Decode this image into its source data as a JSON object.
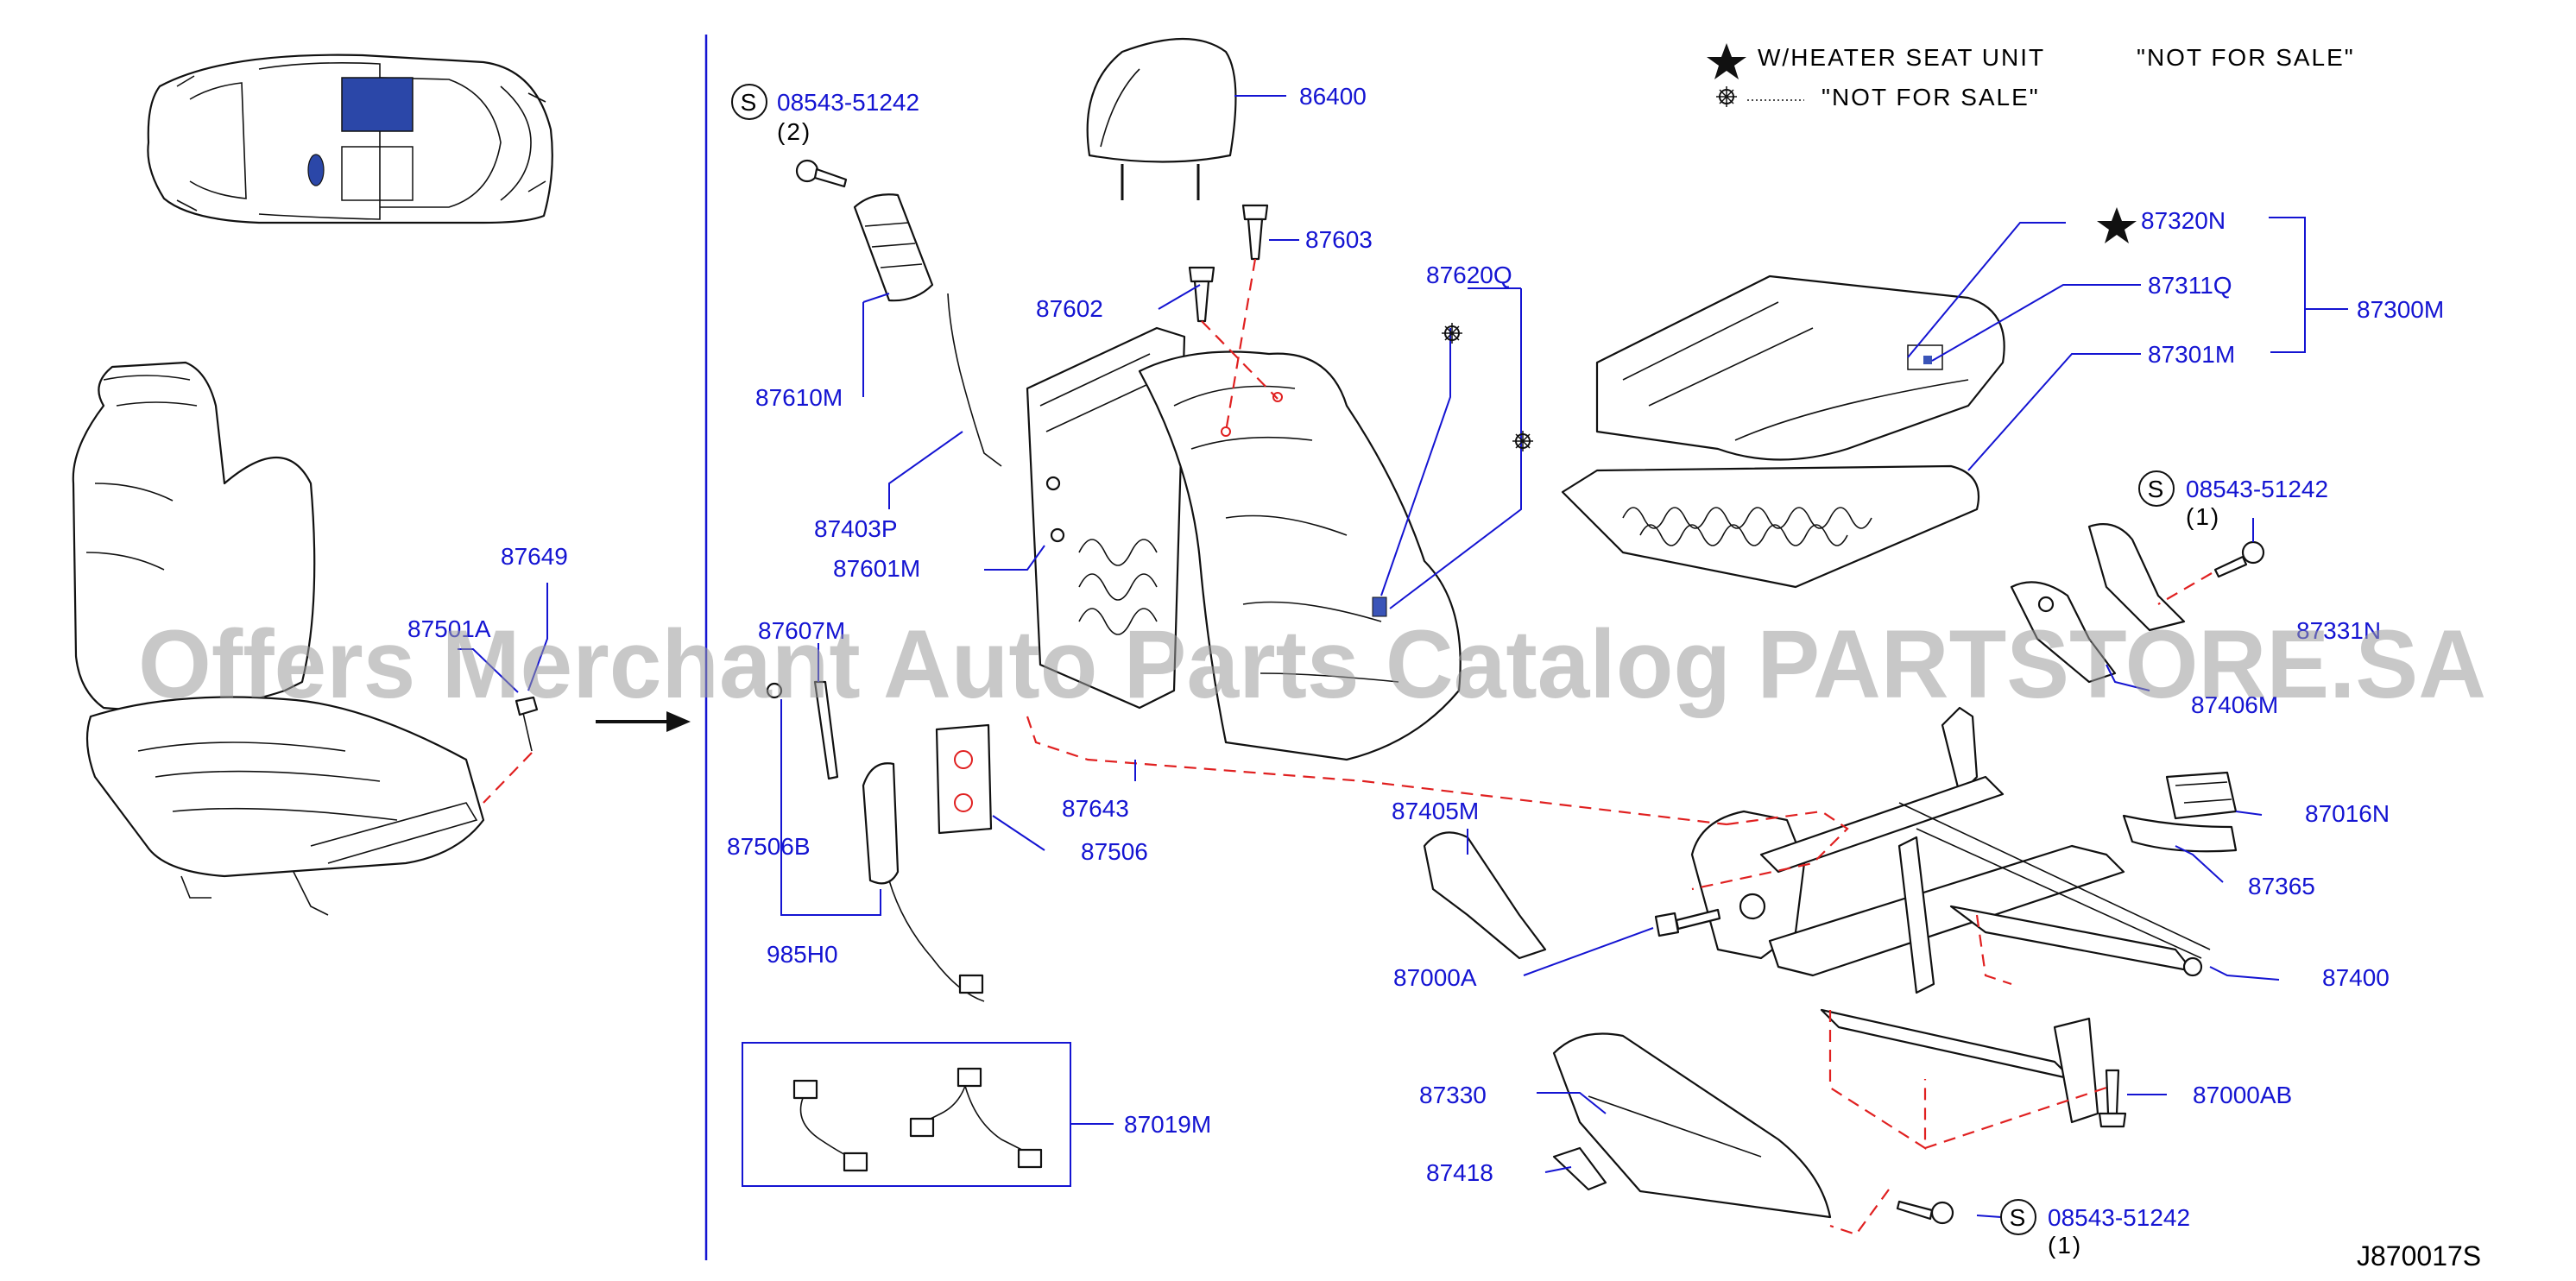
{
  "diagram": {
    "code": "J870017S",
    "watermark": "Offers Merchant Auto Parts Catalog PARTSTORE.SA",
    "legend": {
      "heater_text": "W/HEATER SEAT UNIT",
      "heater_note": "\"NOT FOR SALE\"",
      "nfs_text": "\"NOT FOR SALE\""
    },
    "parts": {
      "p86400": "86400",
      "p87603": "87603",
      "p87602": "87602",
      "p87610M": "87610M",
      "p87403P": "87403P",
      "p87601M": "87601M",
      "p87620Q": "87620Q",
      "p87320N": "87320N",
      "p87311Q": "87311Q",
      "p87300M": "87300M",
      "p87301M": "87301M",
      "p87649": "87649",
      "p87501A": "87501A",
      "p87607M": "87607M",
      "p87506B": "87506B",
      "p87643": "87643",
      "p87506": "87506",
      "p985H0": "985H0",
      "p87019M": "87019M",
      "p87405M": "87405M",
      "p87000A": "87000A",
      "p87330": "87330",
      "p87418": "87418",
      "p87331N": "87331N",
      "p87406M": "87406M",
      "p87016N": "87016N",
      "p87365": "87365",
      "p87400": "87400",
      "p87000AB": "87000AB"
    },
    "screws": {
      "top": {
        "badge": "S",
        "part": "08543-51242",
        "qty": "(2)"
      },
      "right": {
        "badge": "S",
        "part": "08543-51242",
        "qty": "(1)"
      },
      "bottom": {
        "badge": "S",
        "part": "08543-51242",
        "qty": "(1)"
      }
    }
  }
}
